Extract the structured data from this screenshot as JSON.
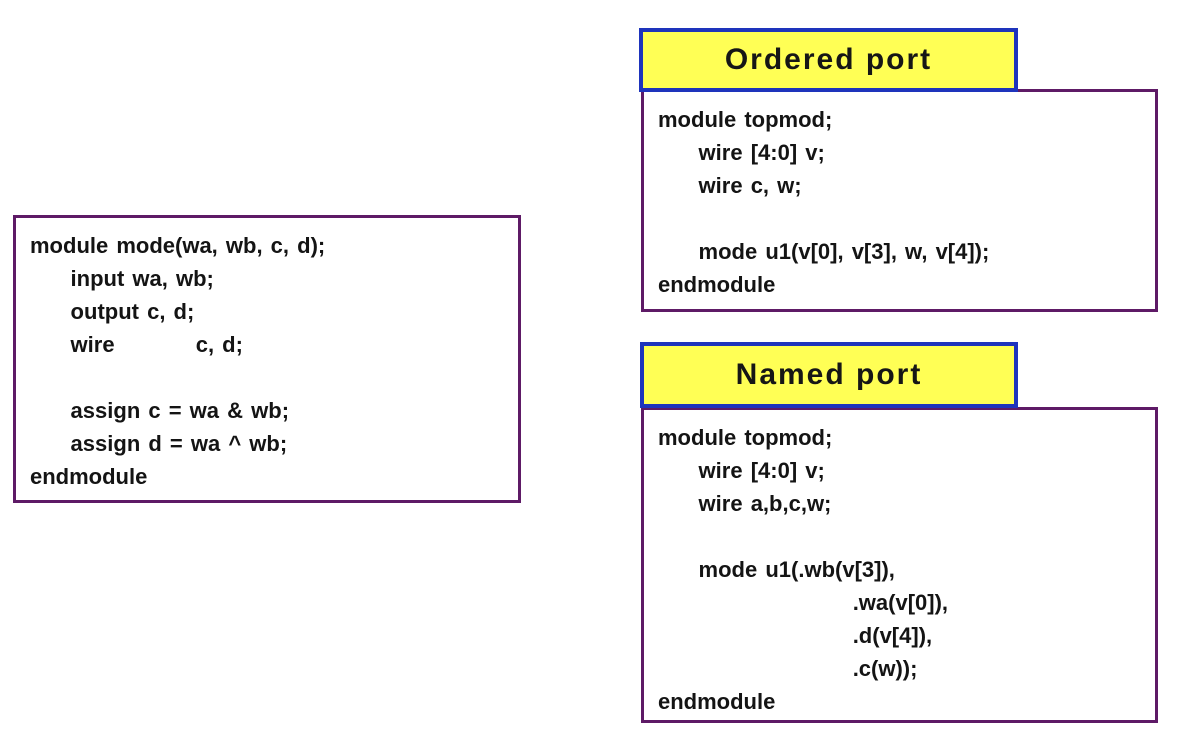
{
  "slide": {
    "background_color": "#ffffff"
  },
  "colors": {
    "code_box_border": "#5e1a66",
    "tab_border": "#1e34bc",
    "tab_fill": "#ffff55",
    "code_text": "#141414"
  },
  "left_box": {
    "lines": [
      "module mode(wa, wb, c, d);",
      "     input wa, wb;",
      "     output c, d;",
      "     wire          c, d;",
      "",
      "     assign c = wa & wb;",
      "     assign d = wa ^ wb;",
      "endmodule"
    ]
  },
  "ordered_port": {
    "title": "Ordered port",
    "lines": [
      "module topmod;",
      "     wire [4:0] v;",
      "     wire c, w;",
      "",
      "     mode u1(v[0], v[3], w, v[4]);",
      "endmodule"
    ]
  },
  "named_port": {
    "title": "Named port",
    "lines": [
      "module topmod;",
      "     wire [4:0] v;",
      "     wire a,b,c,w;",
      "",
      "     mode u1(.wb(v[3]),",
      "                        .wa(v[0]),",
      "                        .d(v[4]),",
      "                        .c(w));",
      "endmodule"
    ]
  }
}
